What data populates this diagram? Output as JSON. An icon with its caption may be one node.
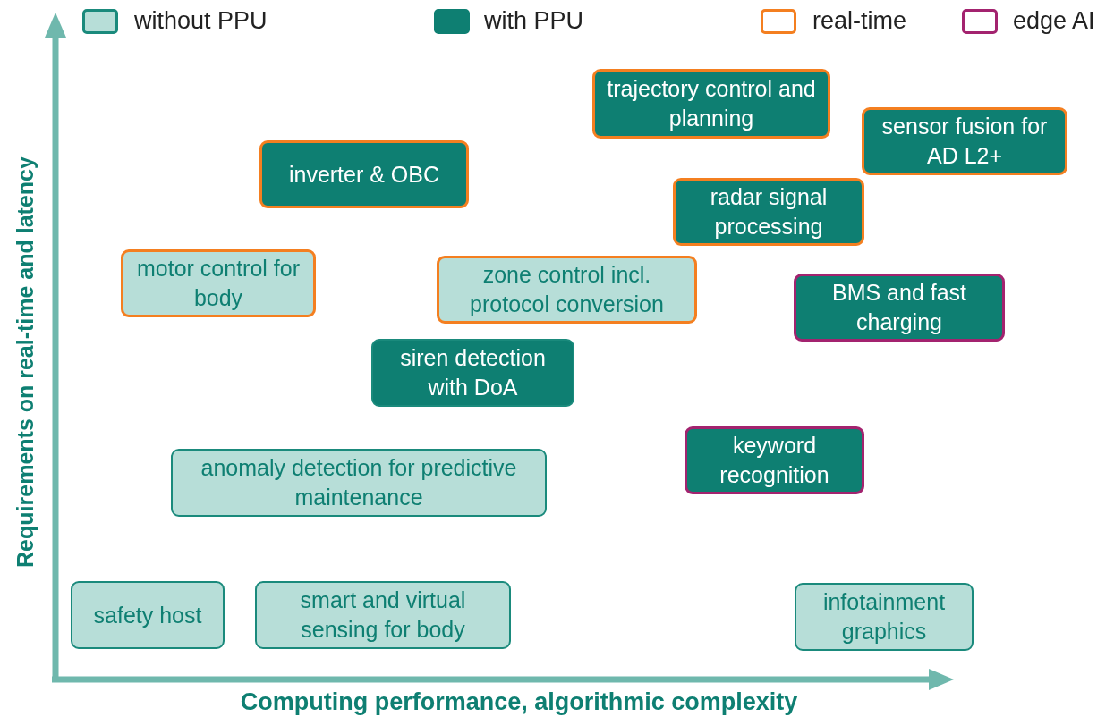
{
  "diagram": {
    "nodes": [
      {
        "text": [
          "trajectory control and planning"
        ]
      },
      {
        "text": [
          "sensor fusion for AD L2+"
        ]
      },
      {
        "text": [
          "inverter & OBC"
        ]
      },
      {
        "text": [
          "radar signal processing"
        ]
      },
      {
        "text": [
          "motor control for body"
        ]
      },
      {
        "text": [
          "zone control incl. protocol conversion"
        ]
      },
      {
        "text": [
          "BMS and fast charging"
        ]
      },
      {
        "text": [
          "siren detection with DoA"
        ]
      },
      {
        "text": [
          "keyword recognition"
        ]
      },
      {
        "text": [
          "anomaly detection for predictive maintenance"
        ]
      },
      {
        "text": [
          "safety host"
        ]
      },
      {
        "text": [
          "smart and virtual sensing for body"
        ]
      },
      {
        "text": [
          "infotainment graphics"
        ]
      }
    ],
    "labels": [
      "Requirements on real-time and latency",
      "Computing performance, algorithmic complexity"
    ],
    "legend": [
      {
        "text": "without PPU",
        "color": "#b7ded8"
      },
      {
        "text": "with PPU",
        "color": "#0e7f72"
      },
      {
        "text": "real-time"
      },
      {
        "text": "edge AI"
      }
    ]
  }
}
